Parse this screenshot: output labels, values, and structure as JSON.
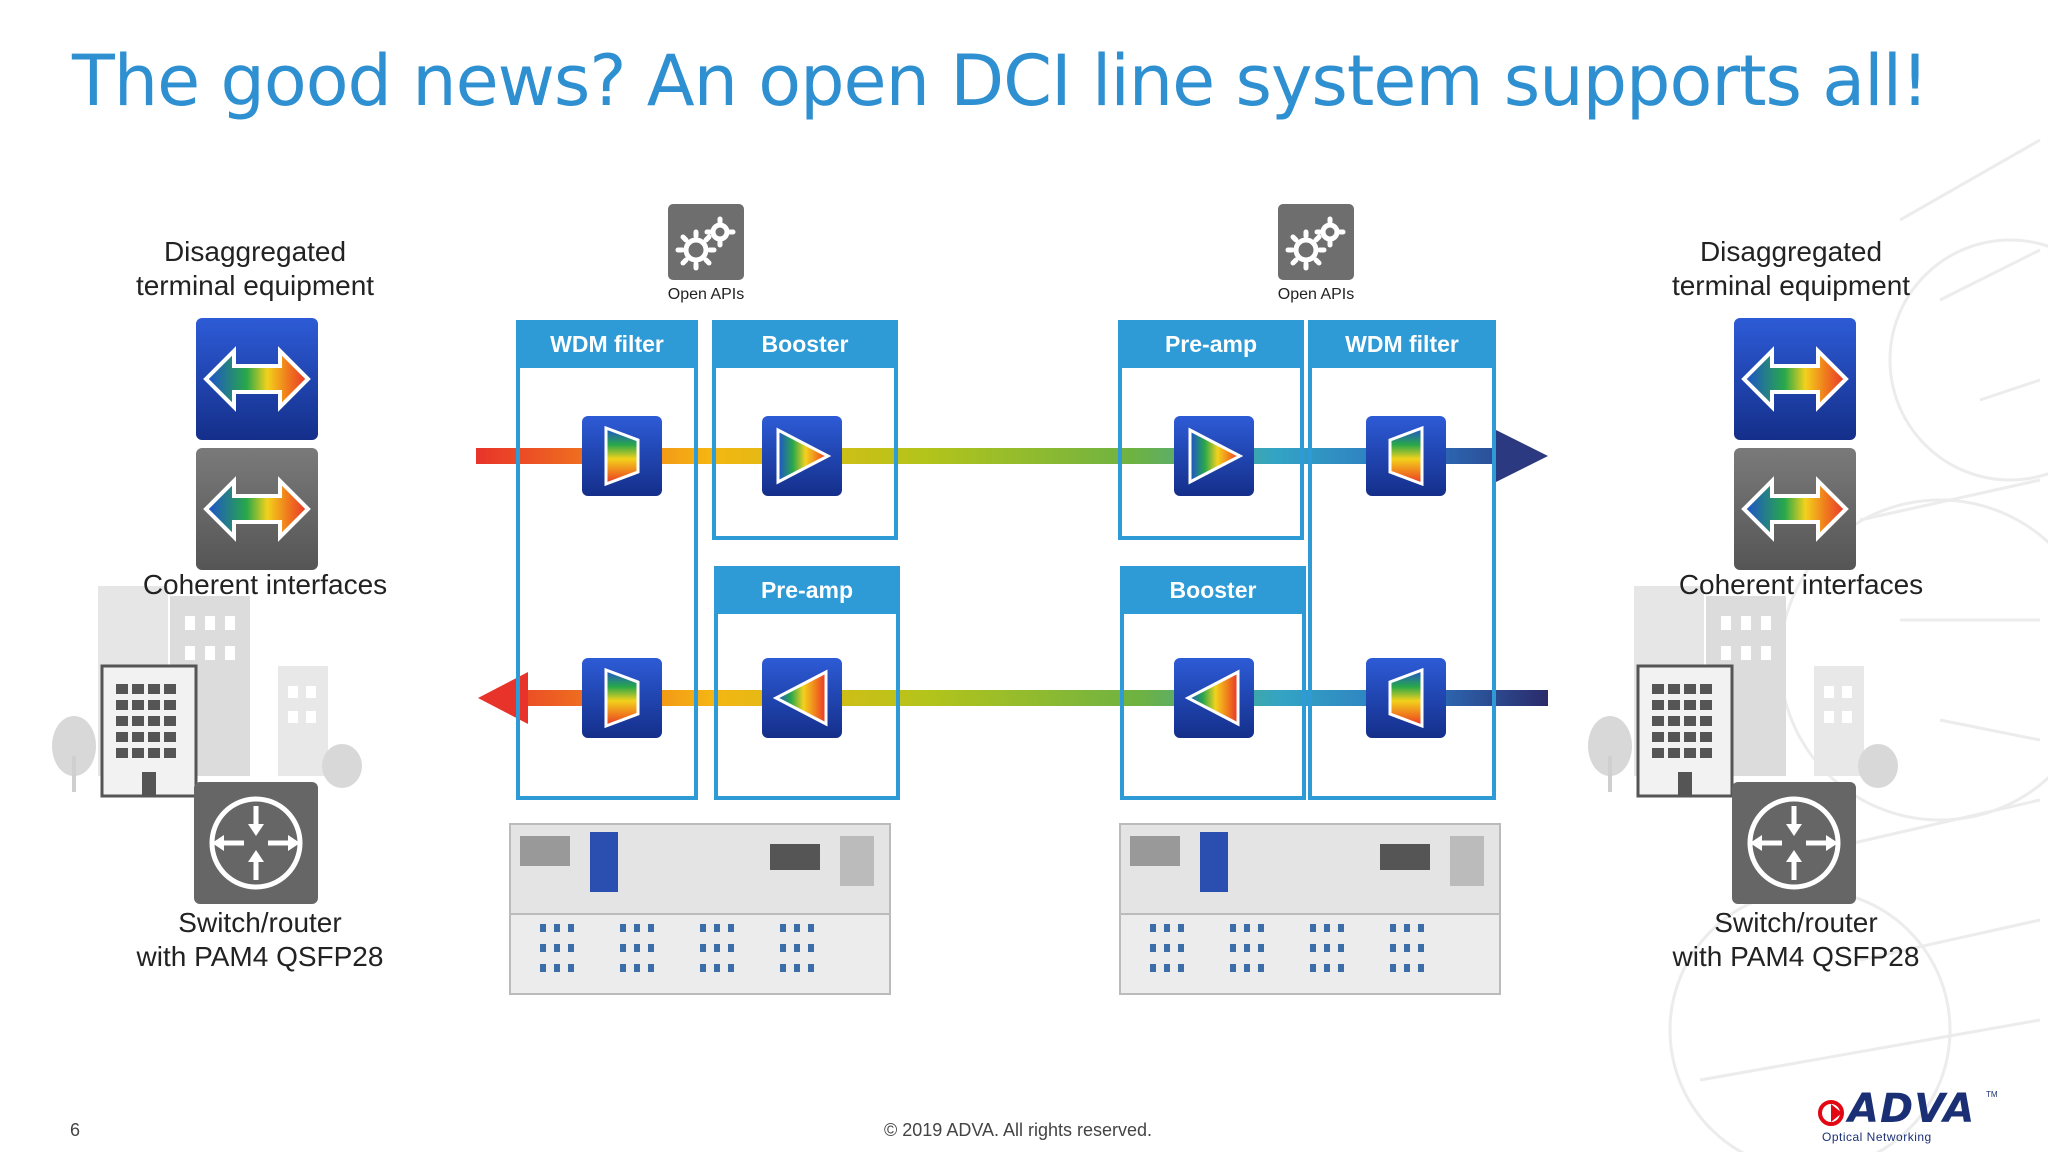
{
  "slide": {
    "title": "The good news? An open DCI line system supports all!",
    "page_number": "6",
    "copyright": "© 2019 ADVA. All rights reserved.",
    "logo": {
      "name": "ADVA",
      "tagline": "Optical Networking",
      "tm": "TM"
    }
  },
  "left": {
    "terminal_label_1": "Disaggregated",
    "terminal_label_2": "terminal equipment",
    "coherent_label": "Coherent interfaces",
    "switch_label_1": "Switch/router",
    "switch_label_2": "with PAM4 QSFP28"
  },
  "right": {
    "terminal_label_1": "Disaggregated",
    "terminal_label_2": "terminal equipment",
    "coherent_label": "Coherent interfaces",
    "switch_label_1": "Switch/router",
    "switch_label_2": "with PAM4 QSFP28"
  },
  "apis": {
    "left_label": "Open APIs",
    "right_label": "Open APIs",
    "icon": "gears-icon"
  },
  "boxes": {
    "left_wdm": "WDM filter",
    "left_booster": "Booster",
    "left_preamp": "Pre-amp",
    "right_preamp": "Pre-amp",
    "right_wdm": "WDM filter",
    "right_booster": "Booster"
  },
  "colors": {
    "accent": "#2e8fd1",
    "box_border": "#2e9ad6",
    "icon_blue": "#1a3fa8",
    "icon_gray": "#6b6b6b"
  }
}
